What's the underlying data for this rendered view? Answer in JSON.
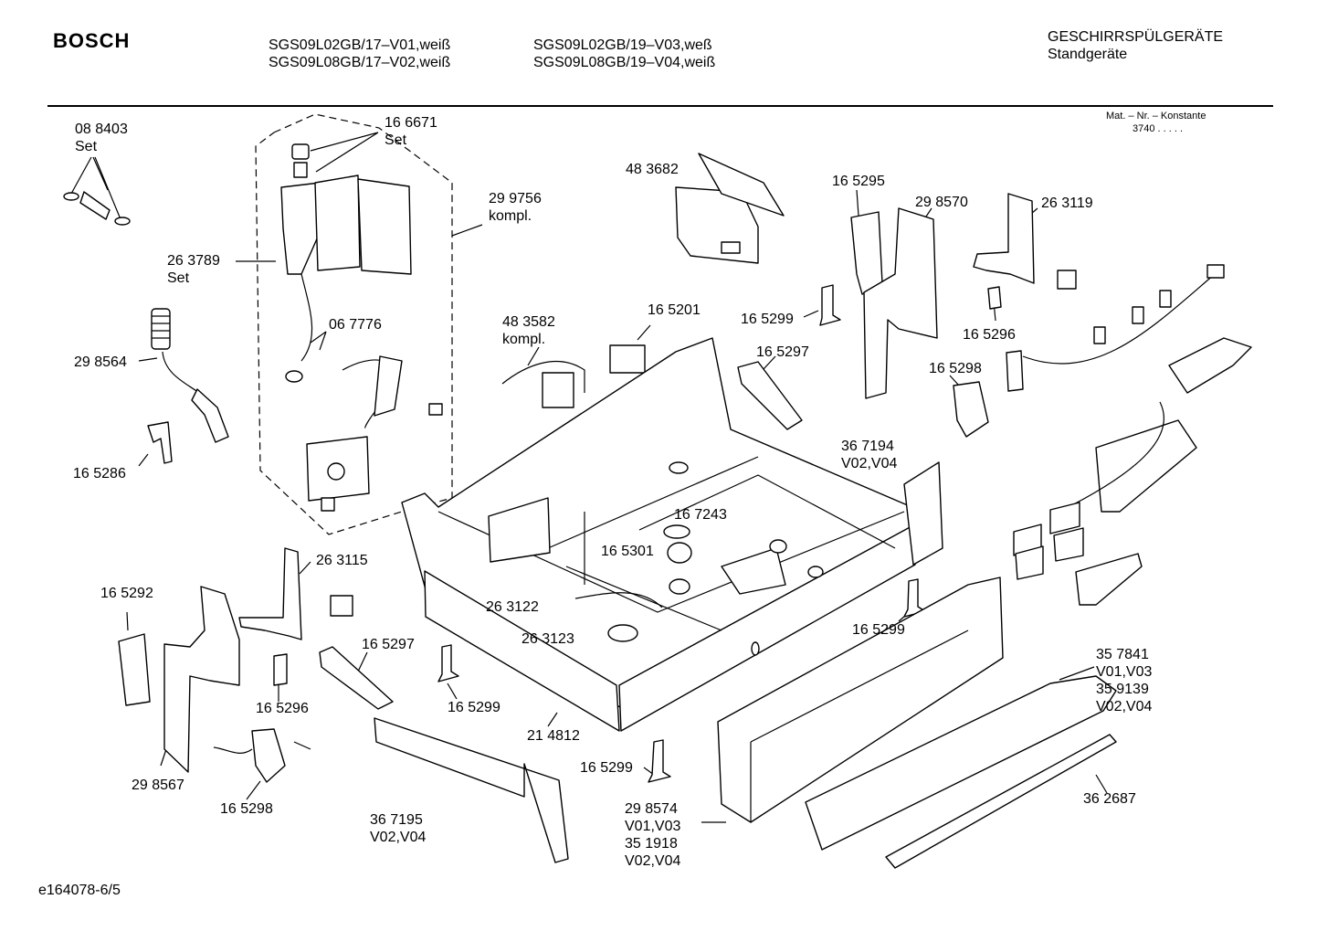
{
  "header": {
    "brand": "BOSCH",
    "models_col1": [
      "SGS09L02GB/17–V01,weiß",
      "SGS09L08GB/17–V02,weiß"
    ],
    "models_col2": [
      "SGS09L02GB/19–V03,weß",
      "SGS09L08GB/19–V04,weiß"
    ],
    "category": "GESCHIRRSPÜLGERÄTE",
    "subcategory": "Standgeräte",
    "mat_nr_label": "Mat. – Nr. – Konstante",
    "mat_nr_value": "3740  .  .  .  .  ."
  },
  "footer": {
    "drawing_id": "e164078-6/5"
  },
  "parts": [
    {
      "id": "p-088403",
      "lines": [
        "08 8403",
        "Set"
      ]
    },
    {
      "id": "p-166671",
      "lines": [
        "16 6671",
        "Set"
      ]
    },
    {
      "id": "p-299756",
      "lines": [
        "29 9756",
        "kompl."
      ]
    },
    {
      "id": "p-263789",
      "lines": [
        "26 3789",
        "Set"
      ]
    },
    {
      "id": "p-298564",
      "lines": [
        "29 8564"
      ]
    },
    {
      "id": "p-067776",
      "lines": [
        "06 7776"
      ]
    },
    {
      "id": "p-165286",
      "lines": [
        "16 5286"
      ]
    },
    {
      "id": "p-483682",
      "lines": [
        "48 3682"
      ]
    },
    {
      "id": "p-483582",
      "lines": [
        "48 3582",
        "kompl."
      ]
    },
    {
      "id": "p-165201",
      "lines": [
        "16 5201"
      ]
    },
    {
      "id": "p-165295",
      "lines": [
        "16 5295"
      ]
    },
    {
      "id": "p-298570",
      "lines": [
        "29 8570"
      ]
    },
    {
      "id": "p-263119",
      "lines": [
        "26 3119"
      ]
    },
    {
      "id": "p-165299-a",
      "lines": [
        "16 5299"
      ]
    },
    {
      "id": "p-165296-a",
      "lines": [
        "16 5296"
      ]
    },
    {
      "id": "p-165297-a",
      "lines": [
        "16 5297"
      ]
    },
    {
      "id": "p-165298-a",
      "lines": [
        "16 5298"
      ]
    },
    {
      "id": "p-367194",
      "lines": [
        "36 7194",
        "V02,V04"
      ]
    },
    {
      "id": "p-167243",
      "lines": [
        "16 7243"
      ]
    },
    {
      "id": "p-165301",
      "lines": [
        "16 5301"
      ]
    },
    {
      "id": "p-263115",
      "lines": [
        "26 3115"
      ]
    },
    {
      "id": "p-165292",
      "lines": [
        "16 5292"
      ]
    },
    {
      "id": "p-263122",
      "lines": [
        "26 3122"
      ]
    },
    {
      "id": "p-263123",
      "lines": [
        "26 3123"
      ]
    },
    {
      "id": "p-165299-b",
      "lines": [
        "16 5299"
      ]
    },
    {
      "id": "p-165297-b",
      "lines": [
        "16 5297"
      ]
    },
    {
      "id": "p-165296-b",
      "lines": [
        "16 5296"
      ]
    },
    {
      "id": "p-165299-c",
      "lines": [
        "16 5299"
      ]
    },
    {
      "id": "p-214812",
      "lines": [
        "21 4812"
      ]
    },
    {
      "id": "p-357841",
      "lines": [
        "35 7841",
        "V01,V03",
        "35 9139",
        "V02,V04"
      ]
    },
    {
      "id": "p-298567",
      "lines": [
        "29 8567"
      ]
    },
    {
      "id": "p-165299-d",
      "lines": [
        "16 5299"
      ]
    },
    {
      "id": "p-165298-b",
      "lines": [
        "16 5298"
      ]
    },
    {
      "id": "p-362687",
      "lines": [
        "36 2687"
      ]
    },
    {
      "id": "p-367195",
      "lines": [
        "36 7195",
        "V02,V04"
      ]
    },
    {
      "id": "p-298574",
      "lines": [
        "29 8574",
        "V01,V03",
        "35 1918",
        "V02,V04"
      ]
    }
  ]
}
